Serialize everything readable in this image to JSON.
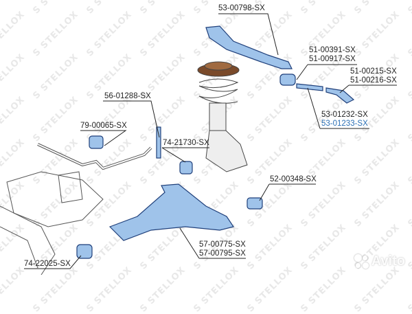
{
  "watermark": "STELLOX",
  "brand_overlay": "Avito",
  "colors": {
    "part_fill": "#9fc3ea",
    "part_stroke": "#1f3f7a",
    "highlight_label": "#2a6fb5",
    "line": "#222222"
  },
  "labels": [
    {
      "id": "upper-tie-rod",
      "text": "53-00798-SX"
    },
    {
      "id": "tie-rod-end-a",
      "text": "51-00391-SX"
    },
    {
      "id": "tie-rod-end-b",
      "text": "51-00917-SX"
    },
    {
      "id": "outer-tie-rod-a",
      "text": "51-00215-SX"
    },
    {
      "id": "outer-tie-rod-b",
      "text": "51-00216-SX"
    },
    {
      "id": "stabilizer-link",
      "text": "56-01288-SX"
    },
    {
      "id": "inner-tie-rod-a",
      "text": "53-01232-SX"
    },
    {
      "id": "inner-tie-rod-b",
      "text": "53-01233-SX"
    },
    {
      "id": "stabilizer-bushing",
      "text": "79-00065-SX"
    },
    {
      "id": "arm-bushing-rear",
      "text": "74-21730-SX"
    },
    {
      "id": "ball-joint",
      "text": "52-00348-SX"
    },
    {
      "id": "control-arm-a",
      "text": "57-00775-SX"
    },
    {
      "id": "control-arm-b",
      "text": "57-00795-SX"
    },
    {
      "id": "arm-bushing-front",
      "text": "74-22025-SX"
    }
  ]
}
